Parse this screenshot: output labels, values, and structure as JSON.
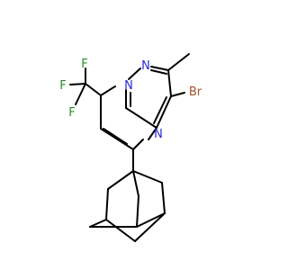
{
  "colors": {
    "bond": "#000000",
    "nitrogen": "#2828d8",
    "bromine": "#a0522d",
    "fluorine": "#2a8c2a"
  },
  "atoms": {
    "n1": "N",
    "n2": "N",
    "n3": "N",
    "br": "Br",
    "f1": "F",
    "f2": "F",
    "f3": "F"
  }
}
